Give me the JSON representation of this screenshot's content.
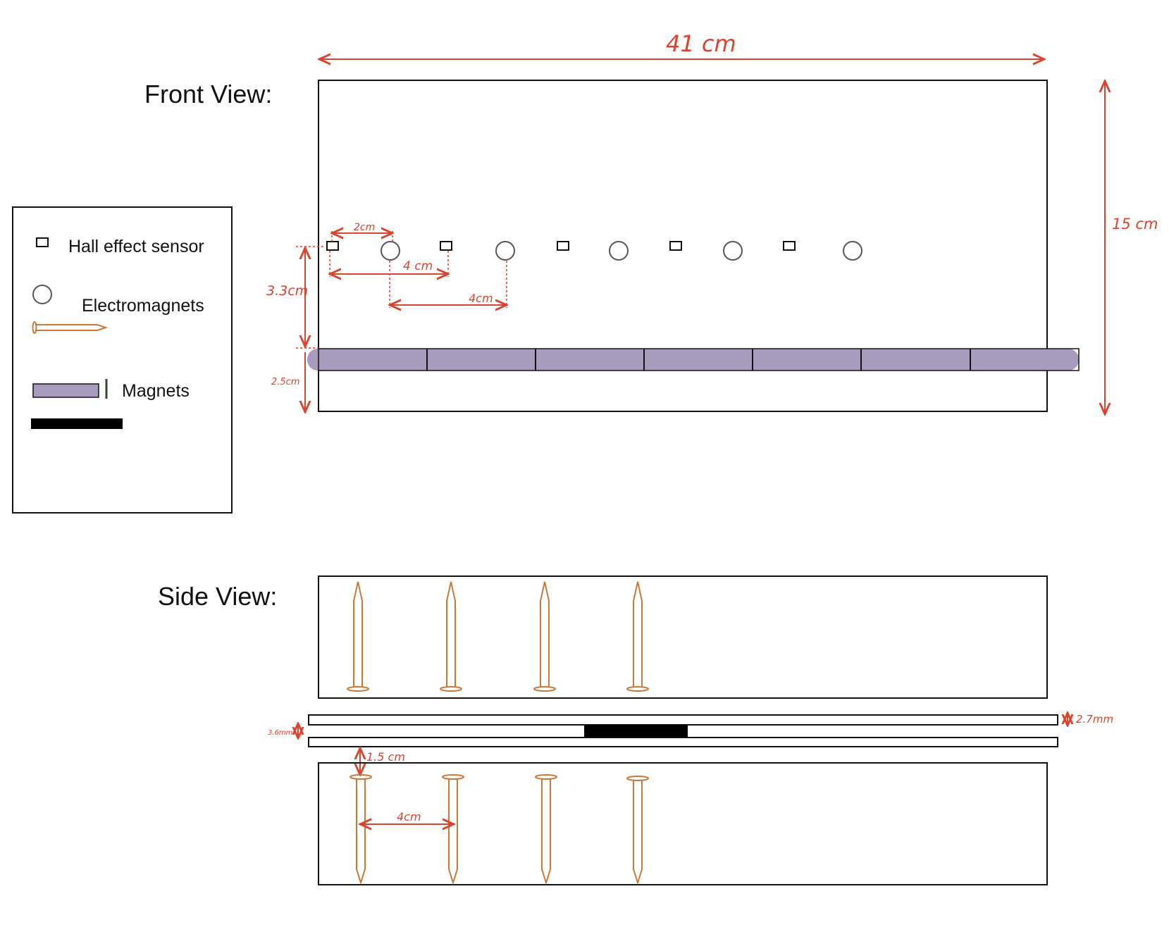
{
  "front_view": {
    "title": "Front View:",
    "width_label": "41 cm",
    "height_label": "15 cm",
    "sensor_spacing_label": "2cm",
    "sensor_pitch_label": "4 cm",
    "magnet_pitch_label": "4cm",
    "sensor_height_label": "3.3cm",
    "track_height_label": "2.5cm",
    "hall_sensor_count": 5,
    "electromagnet_count": 5,
    "magnet_segment_count": 7
  },
  "legend": {
    "hall_sensor": "Hall effect sensor",
    "electromagnets": "Electromagnets",
    "magnets": "Magnets"
  },
  "side_view": {
    "title": "Side View:",
    "nail_spacing_label": "4cm",
    "gap_label": "1.5 cm",
    "thickness_label_right": "2.7mm",
    "thickness_label_left": "3.6mm",
    "nails_per_row": 4
  },
  "colors": {
    "dimension": "#d9442e",
    "magnet": "#a99bbd",
    "nail": "#c8793a",
    "outline": "#111111"
  }
}
